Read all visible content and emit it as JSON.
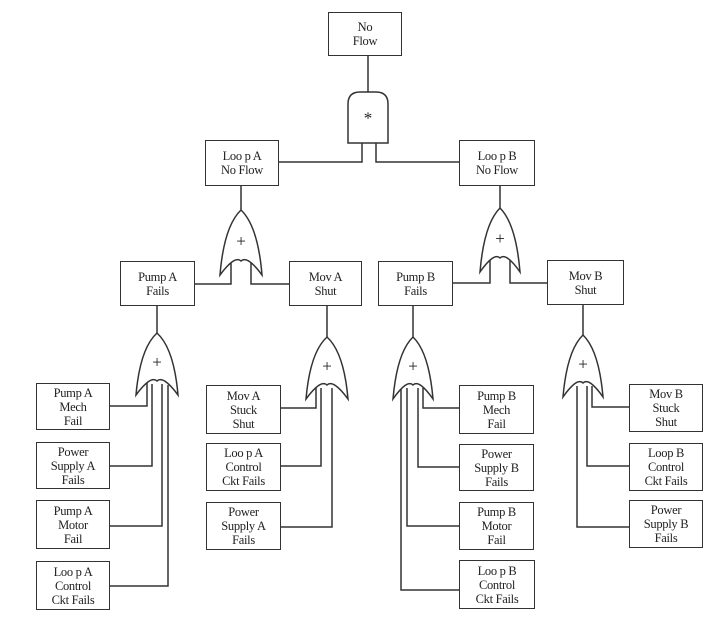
{
  "diagram": {
    "type": "fault-tree",
    "colors": {
      "line": "#333333",
      "text": "#222222",
      "background": "#ffffff"
    },
    "gates": {
      "top": {
        "kind": "AND",
        "symbol": "*"
      },
      "loopA": {
        "kind": "OR",
        "symbol": "+"
      },
      "loopB": {
        "kind": "OR",
        "symbol": "+"
      },
      "pumpA": {
        "kind": "OR",
        "symbol": "+"
      },
      "movA": {
        "kind": "OR",
        "symbol": "+"
      },
      "pumpB": {
        "kind": "OR",
        "symbol": "+"
      },
      "movB": {
        "kind": "OR",
        "symbol": "+"
      }
    },
    "events": {
      "top": {
        "lines": [
          "No",
          "Flow"
        ]
      },
      "loopA": {
        "lines": [
          "Loo p A",
          "No Flow"
        ]
      },
      "loopB": {
        "lines": [
          "Loo p B",
          "No Flow"
        ]
      },
      "pumpA": {
        "lines": [
          "Pump A",
          "Fails"
        ]
      },
      "movA": {
        "lines": [
          "Mov A",
          "Shut"
        ]
      },
      "pumpB": {
        "lines": [
          "Pump B",
          "Fails"
        ]
      },
      "movB": {
        "lines": [
          "Mov B",
          "Shut"
        ]
      },
      "pumpAMech": {
        "lines": [
          "Pump A",
          "Mech",
          "Fail"
        ]
      },
      "pwrA1": {
        "lines": [
          "Power",
          "Supply A",
          "Fails"
        ]
      },
      "pumpAMotor": {
        "lines": [
          "Pump A",
          "Motor",
          "Fail"
        ]
      },
      "loopACtl1": {
        "lines": [
          "Loo p A",
          "Control",
          "Ckt Fails"
        ]
      },
      "movAStuck": {
        "lines": [
          "Mov A",
          "Stuck",
          "Shut"
        ]
      },
      "loopACtl2": {
        "lines": [
          "Loo p A",
          "Control",
          "Ckt Fails"
        ]
      },
      "pwrA2": {
        "lines": [
          "Power",
          "Supply A",
          "Fails"
        ]
      },
      "pumpBMech": {
        "lines": [
          "Pump B",
          "Mech",
          "Fail"
        ]
      },
      "pwrB1": {
        "lines": [
          "Power",
          "Supply B",
          "Fails"
        ]
      },
      "pumpBMotor": {
        "lines": [
          "Pump B",
          "Motor",
          "Fail"
        ]
      },
      "loopBCtl1": {
        "lines": [
          "Loo p B",
          "Control",
          "Ckt Fails"
        ]
      },
      "movBStuck": {
        "lines": [
          "Mov B",
          "Stuck",
          "Shut"
        ]
      },
      "loopBCtl2": {
        "lines": [
          "Loop B",
          "Control",
          "Ckt Fails"
        ]
      },
      "pwrB2": {
        "lines": [
          "Power",
          "Supply B",
          "Fails"
        ]
      }
    }
  }
}
